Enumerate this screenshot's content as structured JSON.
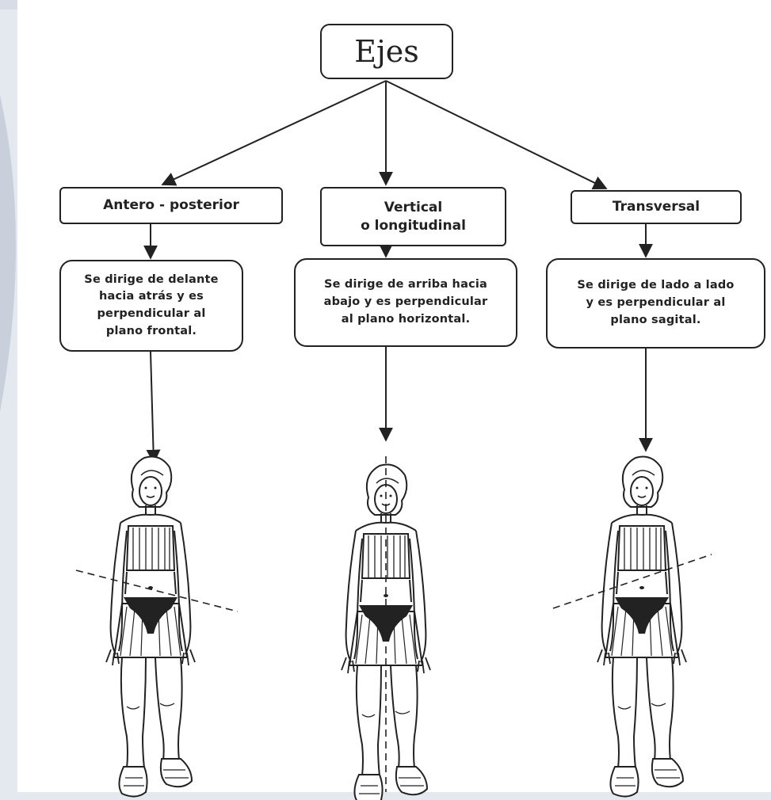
{
  "root": {
    "label": "Ejes"
  },
  "axes": [
    {
      "name_lines": [
        "Antero - posterior"
      ],
      "description_lines": [
        "Se dirige de delante",
        "hacia atrás y es",
        "perpendicular al",
        "plano frontal."
      ]
    },
    {
      "name_lines": [
        "Vertical",
        "o longitudinal"
      ],
      "description_lines": [
        "Se dirige de arriba hacia",
        "abajo y es perpendicular",
        "al plano horizontal."
      ]
    },
    {
      "name_lines": [
        "Transversal"
      ],
      "description_lines": [
        "Se dirige de lado a lado",
        "y es perpendicular al",
        "plano sagital."
      ]
    }
  ],
  "colors": {
    "ink": "#222222",
    "page": "#ffffff",
    "background": "#e4e8ef",
    "accent": "#1f3b6b"
  }
}
